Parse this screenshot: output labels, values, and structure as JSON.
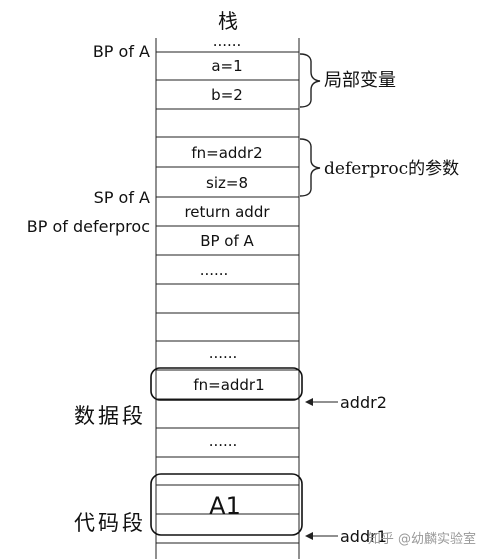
{
  "title": "栈",
  "left_labels": {
    "bp_of_a": "BP of A",
    "sp_of_a": "SP of A",
    "bp_of_deferproc": "BP of deferproc",
    "data_segment": "数据段",
    "code_segment": "代码段"
  },
  "cells": {
    "top_dots": "......",
    "a": "a=1",
    "b": "b=2",
    "fn": "fn=addr2",
    "siz": "siz=8",
    "return_addr": "return addr",
    "bp_of_a": "BP of A",
    "dots1": "......",
    "dots2": "......",
    "fn_addr1": "fn=addr1",
    "dots3": "......",
    "a1": "A1"
  },
  "right_labels": {
    "local_vars": "局部变量",
    "deferproc_params": "deferproc的参数",
    "addr2": "addr2",
    "addr1": "addr1"
  },
  "watermark": "知乎 @幼麟实验室"
}
